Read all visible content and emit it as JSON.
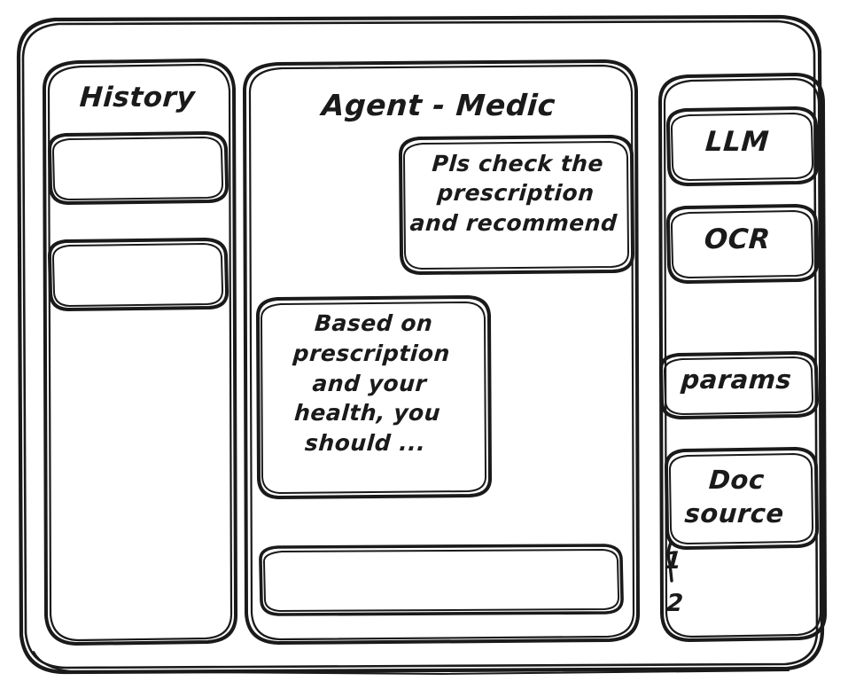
{
  "window": {
    "name": "agent-medic-wireframe"
  },
  "sidebar": {
    "title": "History",
    "items": [
      {
        "label": ""
      },
      {
        "label": ""
      }
    ]
  },
  "main": {
    "title": "Agent - Medic",
    "messages": [
      {
        "role": "user",
        "text": "Pls check the\nprescription\nand recommend"
      },
      {
        "role": "assistant",
        "text": "Based on\nprescription\nand your\nhealth, you\nshould ..."
      }
    ],
    "composer": {
      "value": "",
      "placeholder": ""
    }
  },
  "tools_panel": {
    "cards": [
      {
        "label": "LLM"
      },
      {
        "label": "OCR"
      },
      {
        "label": "params"
      },
      {
        "label": "Doc\nsource"
      }
    ],
    "doc_sources": [
      {
        "index": "1"
      },
      {
        "index": "2"
      }
    ]
  },
  "style": {
    "stroke": "#1a1a1a",
    "background": "#ffffff"
  }
}
